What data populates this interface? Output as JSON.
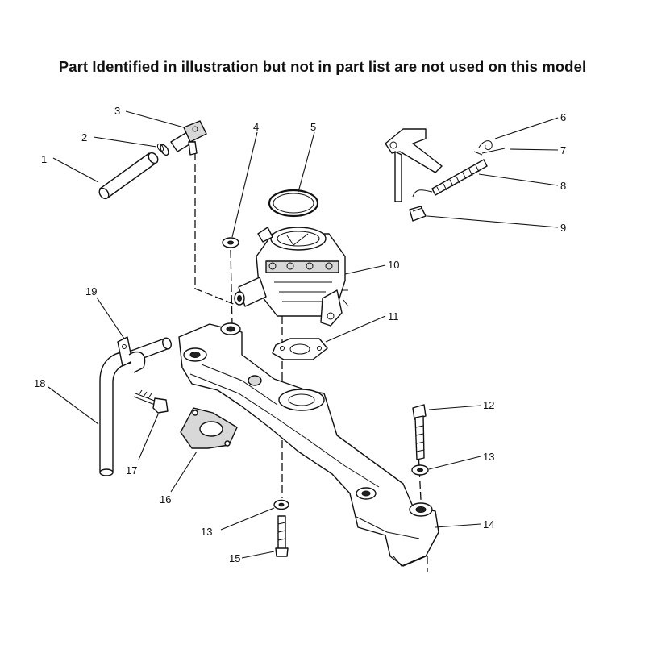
{
  "header": {
    "note": "Part Identified in illustration but not in part list are not used on this model"
  },
  "callouts": [
    {
      "id": "c1",
      "label": "1"
    },
    {
      "id": "c2",
      "label": "2"
    },
    {
      "id": "c3",
      "label": "3"
    },
    {
      "id": "c4",
      "label": "4"
    },
    {
      "id": "c5",
      "label": "5"
    },
    {
      "id": "c6",
      "label": "6"
    },
    {
      "id": "c7",
      "label": "7"
    },
    {
      "id": "c8",
      "label": "8"
    },
    {
      "id": "c9",
      "label": "9"
    },
    {
      "id": "c10",
      "label": "10"
    },
    {
      "id": "c11",
      "label": "11"
    },
    {
      "id": "c12",
      "label": "12"
    },
    {
      "id": "c13a",
      "label": "13"
    },
    {
      "id": "c13b",
      "label": "13"
    },
    {
      "id": "c14",
      "label": "14"
    },
    {
      "id": "c15",
      "label": "15"
    },
    {
      "id": "c16",
      "label": "16"
    },
    {
      "id": "c17",
      "label": "17"
    },
    {
      "id": "c18",
      "label": "18"
    },
    {
      "id": "c19",
      "label": "19"
    }
  ],
  "colors": {
    "ink": "#111111",
    "background": "#ffffff"
  }
}
